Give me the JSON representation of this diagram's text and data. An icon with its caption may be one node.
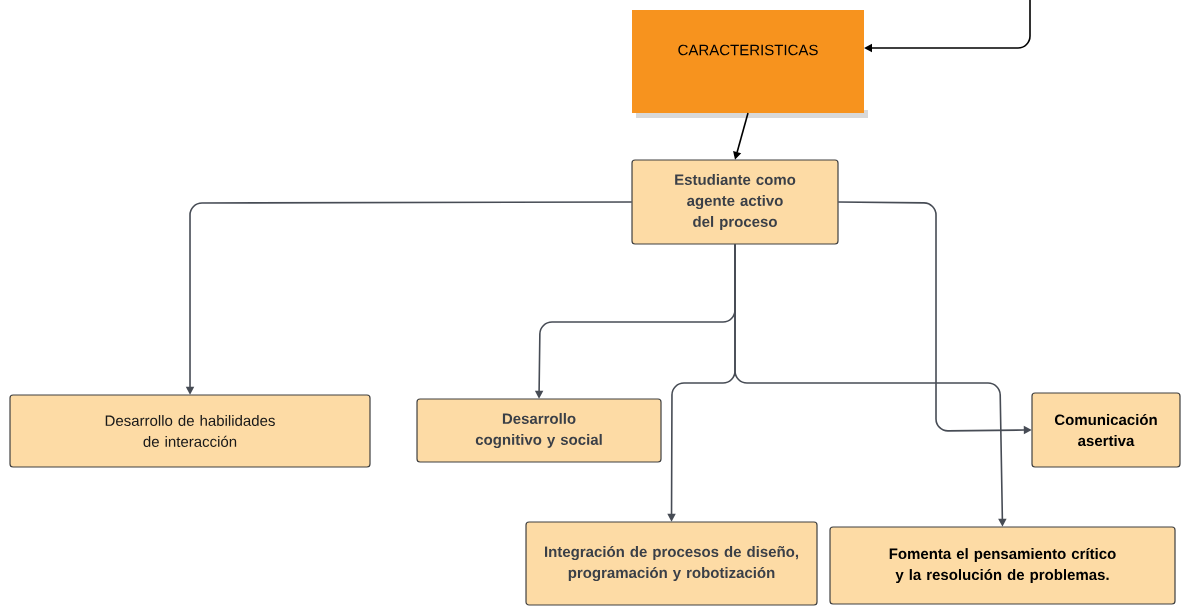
{
  "diagram": {
    "nodes": [
      {
        "text": [
          "CARACTERISTICAS"
        ]
      },
      {
        "text": [
          "Estudiante como agente activo del proceso"
        ]
      },
      {
        "text": [
          "Desarrollo de habilidades de interacción"
        ]
      },
      {
        "text": [
          "Desarrollo cognitivo y social"
        ]
      },
      {
        "text": [
          "Comunicación asertiva"
        ]
      },
      {
        "text": [
          "Integración de procesos de diseño, programación y robotización"
        ]
      },
      {
        "text": [
          "Fomenta el pensamiento crítico y la resolución de problemas."
        ]
      }
    ],
    "edges": [
      {
        "from": null,
        "to": 0,
        "arrow": "to",
        "color": "#000000"
      },
      {
        "from": 0,
        "to": 1,
        "arrow": "to",
        "color": "#000000"
      },
      {
        "from": 1,
        "to": 2,
        "arrow": "to"
      },
      {
        "from": 1,
        "to": 3,
        "arrow": "to"
      },
      {
        "from": 1,
        "to": 4,
        "arrow": "to"
      },
      {
        "from": 1,
        "to": 5,
        "arrow": "to"
      },
      {
        "from": 1,
        "to": 6,
        "arrow": "to"
      }
    ]
  }
}
